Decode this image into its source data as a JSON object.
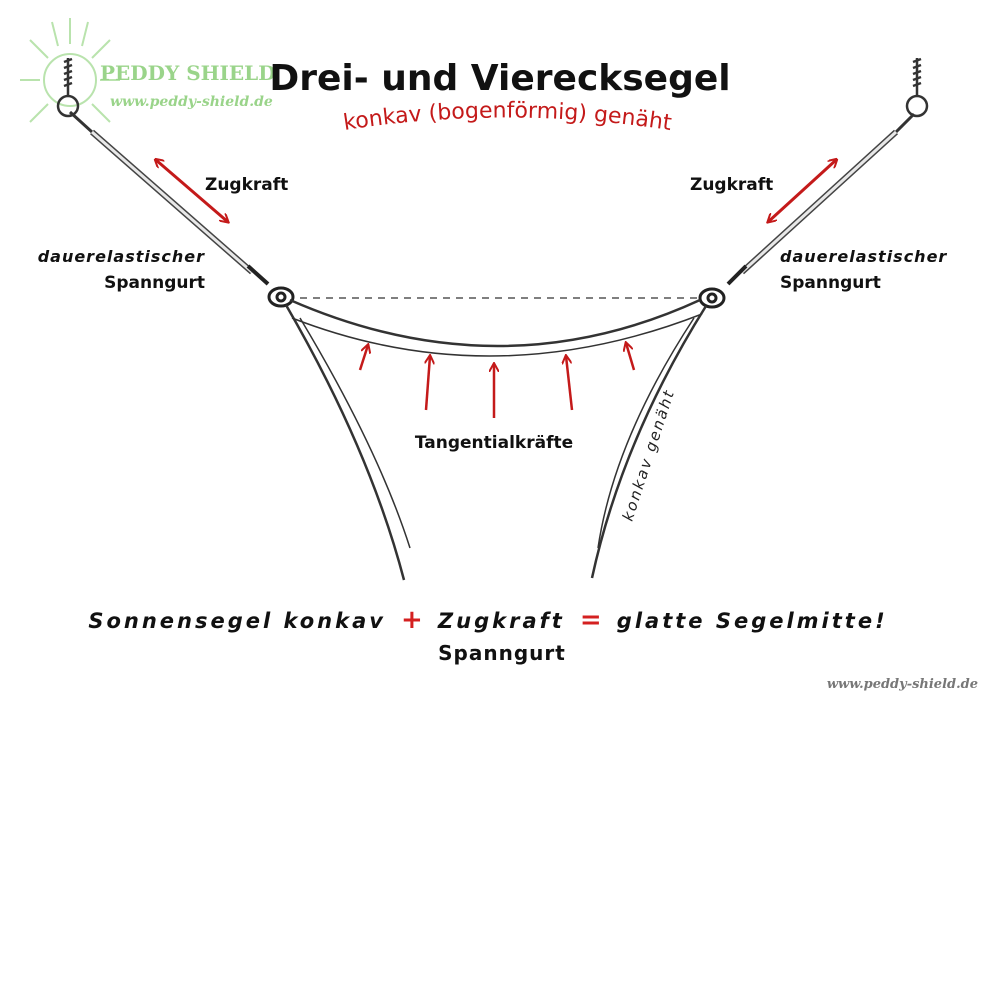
{
  "logo": {
    "brand": "PEDDY SHIELD",
    "url": "www.peddy-shield.de"
  },
  "title": "Drei- und Vierecksegel",
  "subtitle": "konkav (bogenförmig) genäht",
  "labels": {
    "pull_left": "Zugkraft",
    "pull_right": "Zugkraft",
    "strap_left_line1": "dauerelastischer",
    "strap_left_line2": "Spanngurt",
    "strap_right_line1": "dauerelastischer",
    "strap_right_line2": "Spanngurt",
    "tangential": "Tangentialkräfte",
    "edge_sewn": "konkav genäht"
  },
  "formula": {
    "part1": "Sonnensegel konkav",
    "op1": "+",
    "part2": "Zugkraft",
    "op2": "=",
    "part3": "glatte Segelmitte!",
    "part2_sub": "Spanngurt"
  },
  "footer_url": "www.peddy-shield.de",
  "colors": {
    "accent_red": "#c41a1a",
    "ink": "#111111",
    "watermark_green": "#9ad48a"
  }
}
